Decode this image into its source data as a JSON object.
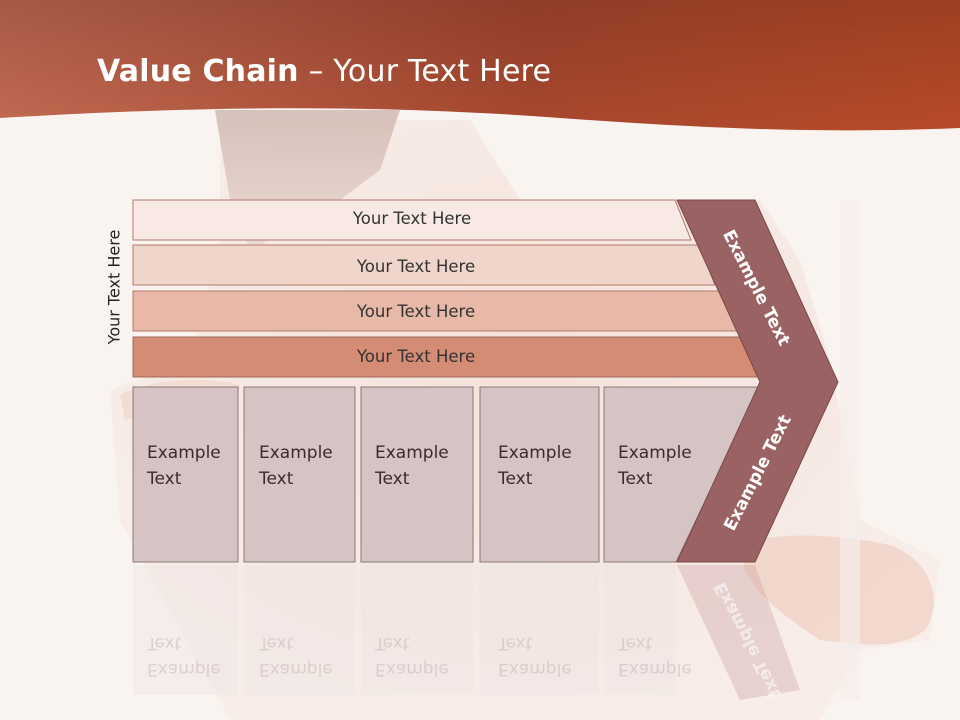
{
  "title": {
    "bold": "Value Chain",
    "rest": " – Your Text Here"
  },
  "side_label": "Your Text Here",
  "rows": [
    {
      "label": "Your Text Here",
      "fill": "#f8e9e5"
    },
    {
      "label": "Your Text Here",
      "fill": "#f0d5ca"
    },
    {
      "label": "Your Text Here",
      "fill": "#e8b8a8"
    },
    {
      "label": "Your Text Here",
      "fill": "#d58c74"
    }
  ],
  "boxes": [
    {
      "line1": "Example",
      "line2": "Text"
    },
    {
      "line1": "Example",
      "line2": "Text"
    },
    {
      "line1": "Example",
      "line2": "Text"
    },
    {
      "line1": "Example",
      "line2": "Text"
    },
    {
      "line1": "Example",
      "line2": "Text"
    }
  ],
  "chevron": {
    "upper": "Example Text",
    "lower": "Example Text",
    "color": "#9a6262"
  },
  "colors": {
    "header": "#b8543a",
    "box_fill": "#d6c3c4",
    "box_border": "#8a7a7a"
  }
}
